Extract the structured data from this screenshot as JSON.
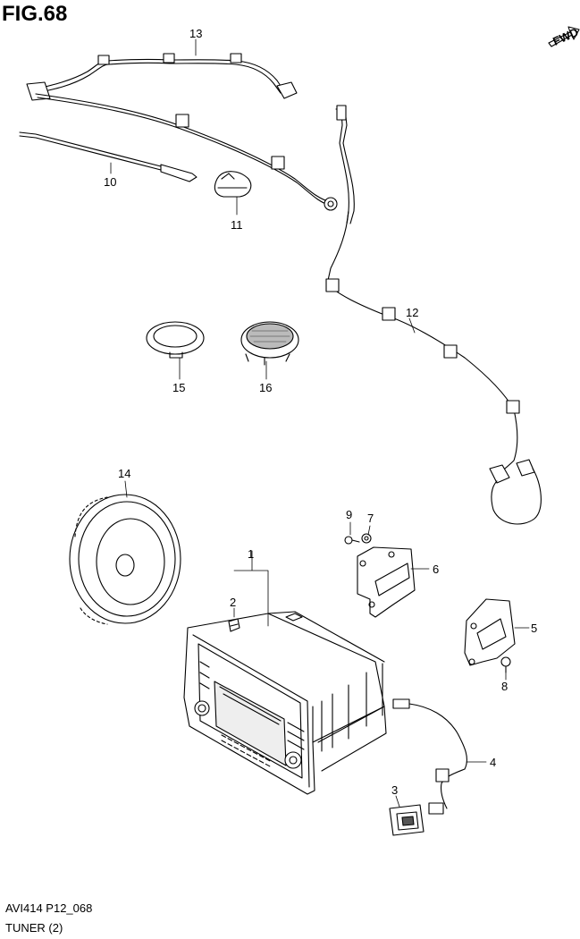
{
  "header": {
    "figure_title": "FIG.68"
  },
  "fwd_badge": {
    "text": "FWD"
  },
  "callouts": [
    {
      "id": "c1",
      "label": "1"
    },
    {
      "id": "c2",
      "label": "2"
    },
    {
      "id": "c3",
      "label": "3"
    },
    {
      "id": "c4",
      "label": "4"
    },
    {
      "id": "c5",
      "label": "5"
    },
    {
      "id": "c6",
      "label": "6"
    },
    {
      "id": "c7",
      "label": "7"
    },
    {
      "id": "c8",
      "label": "8"
    },
    {
      "id": "c9",
      "label": "9"
    },
    {
      "id": "c10",
      "label": "10"
    },
    {
      "id": "c11",
      "label": "11"
    },
    {
      "id": "c12",
      "label": "12"
    },
    {
      "id": "c13",
      "label": "13"
    },
    {
      "id": "c14",
      "label": "14"
    },
    {
      "id": "c15",
      "label": "15"
    },
    {
      "id": "c16",
      "label": "16"
    }
  ],
  "footer": {
    "code": "AVI414 P12_068",
    "name": "TUNER (2)"
  }
}
